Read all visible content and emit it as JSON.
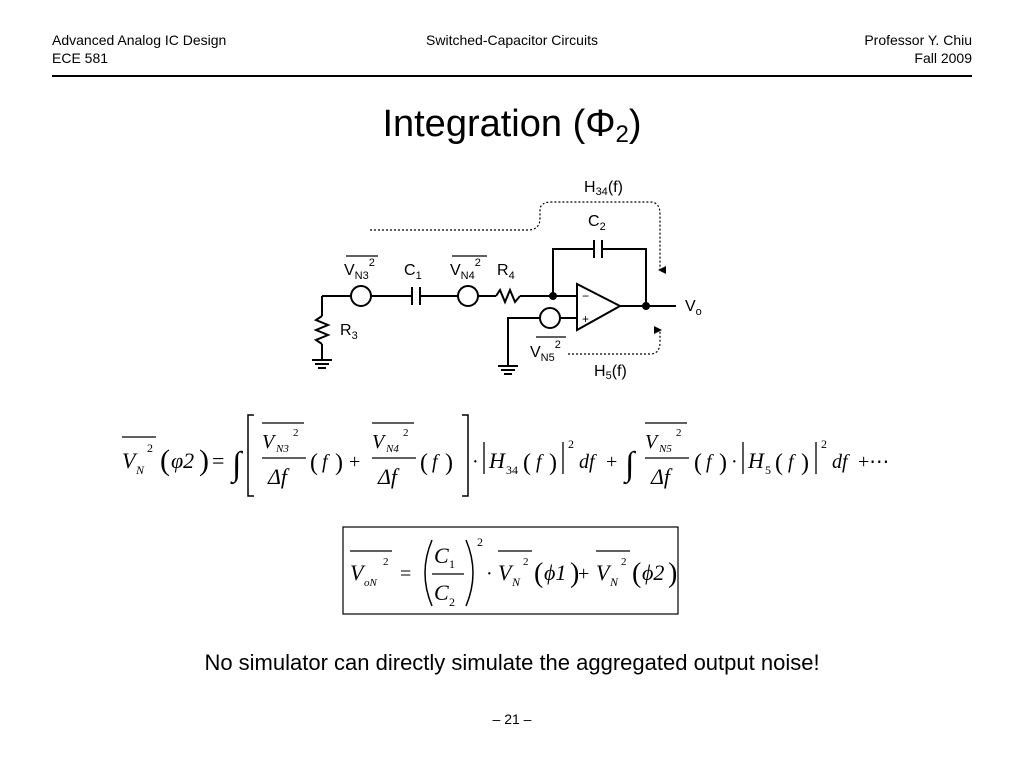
{
  "header": {
    "course_title": "Advanced Analog IC Design",
    "course_code": "ECE 581",
    "topic": "Switched-Capacitor Circuits",
    "professor": "Professor Y. Chiu",
    "term": "Fall 2009"
  },
  "slide": {
    "title_main": "Integration (Φ",
    "title_sub": "2",
    "title_close": ")"
  },
  "circuit": {
    "h34": {
      "main": "H",
      "sub": "34",
      "tail": "(f)"
    },
    "c2": {
      "main": "C",
      "sub": "2"
    },
    "vn3": {
      "main": "V",
      "sub": "N3",
      "sup": "2"
    },
    "c1": {
      "main": "C",
      "sub": "1"
    },
    "vn4": {
      "main": "V",
      "sub": "N4",
      "sup": "2"
    },
    "r4": {
      "main": "R",
      "sub": "4"
    },
    "r3": {
      "main": "R",
      "sub": "3"
    },
    "vo": {
      "main": "V",
      "sub": "o"
    },
    "vn5": {
      "main": "V",
      "sub": "N5",
      "sup": "2"
    },
    "h5": {
      "main": "H",
      "sub": "5",
      "tail": "(f)"
    },
    "minus": "−",
    "plus": "+"
  },
  "eq1": {
    "vn": "V",
    "vn_sub": "N",
    "vn_sup": "2",
    "phi_arg": "φ2",
    "vn3_num": "V",
    "vn3_sub": "N3",
    "vn3_sup": "2",
    "df": "Δf",
    "f": "f",
    "vn4_num": "V",
    "vn4_sub": "N4",
    "vn4_sup": "2",
    "h34": "H",
    "h34_sub": "34",
    "vn5_num": "V",
    "vn5_sub": "N5",
    "vn5_sup": "2",
    "h5": "H",
    "h5_sub": "5",
    "sq": "2",
    "dfdiff": "df",
    "ellipsis": "+⋯"
  },
  "eq2": {
    "von": "V",
    "von_sub": "oN",
    "von_sup": "2",
    "c1": "C",
    "c1_sub": "1",
    "c2": "C",
    "c2_sub": "2",
    "pow": "2",
    "vn": "V",
    "vn_sub": "N",
    "vn_sup": "2",
    "phi1": "ϕ1",
    "phi2": "ϕ2"
  },
  "footer": {
    "note": "No simulator can directly simulate the aggregated output noise!",
    "page": "– 21 –"
  }
}
